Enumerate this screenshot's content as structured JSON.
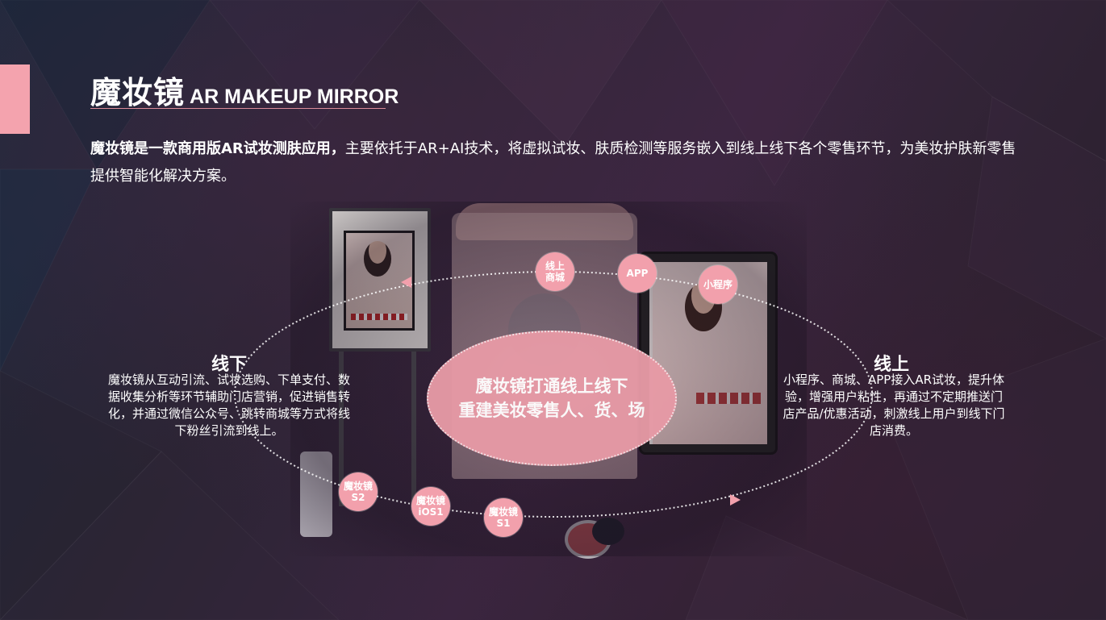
{
  "header": {
    "title_zh": "魔妆镜",
    "title_en": "AR MAKEUP MIRROR"
  },
  "intro": {
    "lead": "魔妆镜是一款商用版AR试妆测肤应用，",
    "body": "主要依托于AR+AI技术，将虚拟试妆、肤质检测等服务嵌入到线上线下各个零售环节，为美妆护肤新零售提供智能化解决方案。"
  },
  "center": {
    "line1": "魔妆镜打通线上线下",
    "line2": "重建美妆零售人、货、场"
  },
  "offline": {
    "title": "线下",
    "text": "魔妆镜从互动引流、试妆选购、下单支付、数据收集分析等环节辅助门店营销，促进销售转化，并通过微信公众号、跳转商城等方式将线下粉丝引流到线上。"
  },
  "online": {
    "title": "线上",
    "text": "小程序、商城、APP接入AR试妆，提升体验，增强用户粘性，再通过不定期推送门店产品/优惠活动，刺激线上用户到线下门店消费。"
  },
  "nodes": {
    "mall": "线上\n商城",
    "app": "APP",
    "miniprogram": "小程序",
    "s2": "魔妆镜\nS2",
    "ios1": "魔妆镜\niOS1",
    "s1": "魔妆镜\nS1"
  },
  "colors": {
    "accent": "#f4a3ae",
    "node": "#f2a0ac",
    "center": "#e79aa6"
  }
}
